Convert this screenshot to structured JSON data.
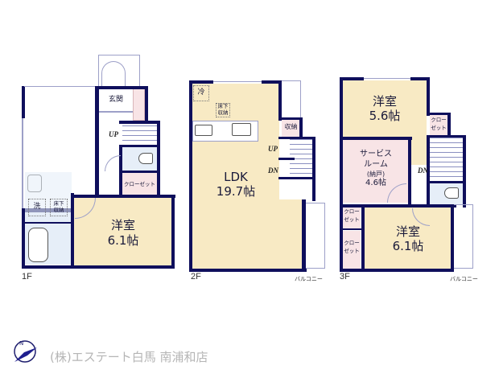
{
  "floors": [
    {
      "label": "1F",
      "rooms": [
        {
          "name": "玄関",
          "type": "entrance"
        },
        {
          "name": "洋室",
          "size": "6.1帖"
        },
        {
          "name": "クローゼット"
        },
        {
          "name": "洗",
          "type": "washer"
        },
        {
          "name": "床下収納",
          "line1": "床下",
          "line2": "収納"
        }
      ],
      "stairs_label": "UP"
    },
    {
      "label": "2F",
      "rooms": [
        {
          "name": "LDK",
          "size": "19.7帖"
        },
        {
          "name": "収納"
        },
        {
          "name": "冷",
          "type": "fridge"
        },
        {
          "name": "床下収納",
          "line1": "床下",
          "line2": "収納"
        }
      ],
      "stairs_up": "UP",
      "stairs_dn": "DN",
      "balcony": "バルコニー"
    },
    {
      "label": "3F",
      "rooms": [
        {
          "name": "洋室",
          "size": "5.6帖"
        },
        {
          "name": "サービスルーム",
          "line1": "サービス",
          "line2": "ルーム",
          "note": "(納戸)",
          "size": "4.6帖"
        },
        {
          "name": "洋室",
          "size": "6.1帖"
        },
        {
          "name": "クローゼット",
          "line1": "クロー",
          "line2": "ゼット"
        }
      ],
      "stairs_dn": "DN",
      "balcony": "バルコニー"
    }
  ],
  "footer": {
    "company": "(株)エステート白馬 南浦和店",
    "compass_label": "N"
  },
  "colors": {
    "wall": "#0f0f5c",
    "room_beige": "#f8eac4",
    "room_pink": "#f8e4e6",
    "wet_blue": "#e6eef8"
  }
}
